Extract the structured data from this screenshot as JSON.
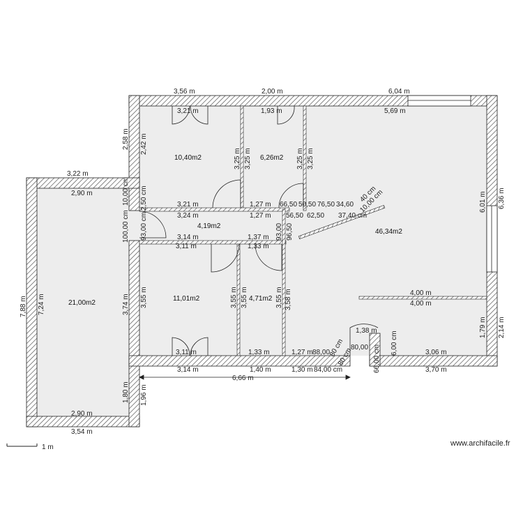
{
  "areas": {
    "bedroom1": "10,40m2",
    "bathroom": "6,26m2",
    "hall": "4,19m2",
    "bedroom2": "11,01m2",
    "wc": "4,71m2",
    "living": "46,34m2",
    "left_wing": "21,00m2"
  },
  "dimensions": {
    "top_356": "3,56 m",
    "top_200": "2,00 m",
    "top_604": "6,04 m",
    "in_321_top": "3,21 m",
    "in_193": "1,93 m",
    "in_569": "5,69 m",
    "left_258": "2,58 m",
    "in_242": "2,42 m",
    "in_325_a": "3,25 m",
    "in_325_b": "3,25 m",
    "in_325_c": "3,25 m",
    "lw_322": "3,22 m",
    "lw_290_top": "2,90 m",
    "in_250cm": "2,50 cm",
    "in_10cm": "10,00 cm",
    "in_321_mid": "3,21 m",
    "in_127_a": "1,27 m",
    "in_6650": "66,50",
    "in_5050": "50,50",
    "in_7650": "76,50",
    "in_3460": "34,60",
    "diag_40cm": "40 cm",
    "diag_10cm": "10,00 cm",
    "in_324": "3,24 m",
    "in_127_b": "1,27 m",
    "in_5650": "56,50",
    "in_6250": "62,50",
    "in_7240": "37,40 cm",
    "in_100cm": "100,00 cm",
    "in_93cm": "93,00 cm",
    "in_314_a": "3,14 m",
    "in_137": "1,37 m",
    "in_9300": "93,00",
    "in_9650": "96,50",
    "in_311_a": "3,11 m",
    "in_133_a": "1,33 m",
    "right_601": "6,01 m",
    "right_636": "6,36 m",
    "lw_788": "7,88 m",
    "lw_724": "7,24 m",
    "in_374": "3,74 m",
    "in_355_a": "3,55 m",
    "in_355_b": "3,55 m",
    "in_355_c": "3,55 m",
    "in_358": "3,58 m",
    "in_400_a": "4,00 m",
    "in_400_b": "4,00 m",
    "in_179": "1,79 m",
    "right_214": "2,14 m",
    "in_138": "1,38 m",
    "diag_80cm_a": "80 cm",
    "diag_80cm_b": "80 cm",
    "in_600cm": "6,00 cm",
    "in_311_b": "3,11 m",
    "in_133_b": "1,33 m",
    "in_127_c": "1,27 m",
    "in_8800": "88,00",
    "in_8000": "80,00",
    "in_306": "3,06 m",
    "bot_314": "3,14 m",
    "bot_140": "1,40 m",
    "bot_130": "1,30 m",
    "bot_84cm": "84,00 cm",
    "bot_66cm": "66,00 cm",
    "bot_370": "3,70 m",
    "bot_666": "6,66 m",
    "lw_180": "1,80 m",
    "lw_196": "1,96 m",
    "lw_290_bot": "2,90 m",
    "lw_354": "3,54 m"
  },
  "scale_label": "1 m",
  "watermark": "www.archifacile.fr",
  "colors": {
    "wall_hatch": "#555555",
    "floor": "#ededed",
    "line": "#222222"
  }
}
